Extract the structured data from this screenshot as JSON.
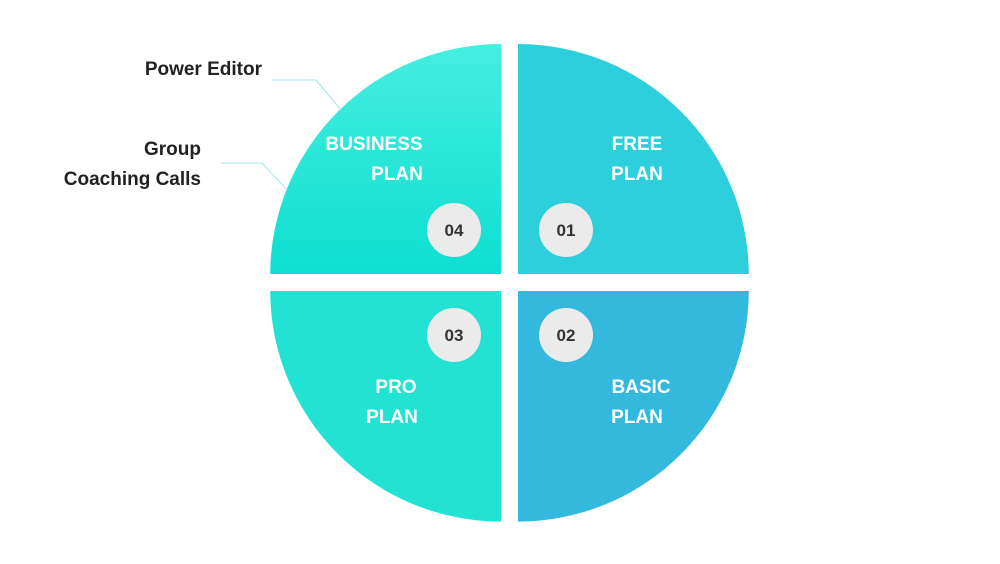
{
  "quadrants": [
    {
      "number": "01",
      "line1": "FREE",
      "line2": "PLAN",
      "color": "#2DCFDD"
    },
    {
      "number": "02",
      "line1": "BASIC",
      "line2": "PLAN",
      "color": "#33B9DD"
    },
    {
      "number": "03",
      "line1": "PRO",
      "line2": "PLAN",
      "color": "#22E2D4"
    },
    {
      "number": "04",
      "line1": "BUSINESS",
      "line2": "PLAN",
      "color_top": "#46EEE0",
      "color_bottom": "#0DDFD0"
    }
  ],
  "callouts": {
    "power_editor": "Power Editor",
    "group_line1": "Group",
    "group_line2": "Coaching Calls",
    "line_color": "#A6E3EC"
  },
  "badge_color": "#EBEBEB"
}
